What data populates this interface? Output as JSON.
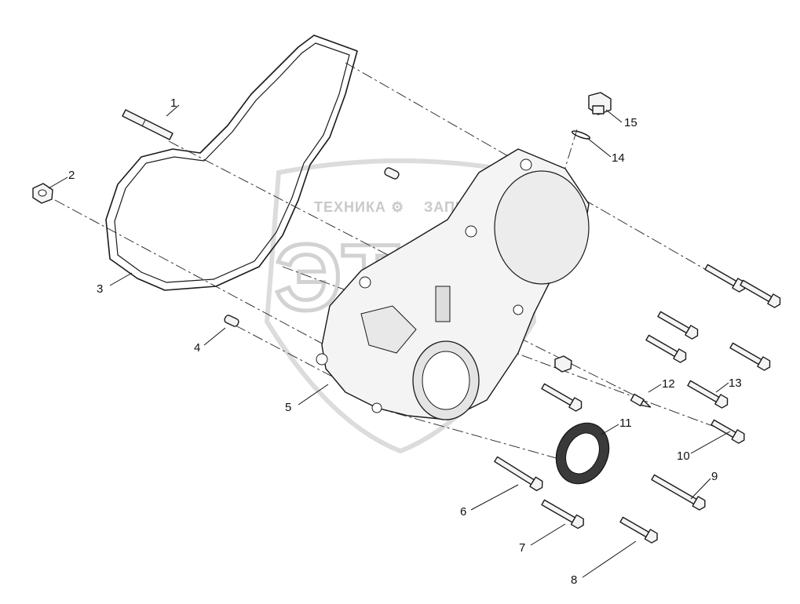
{
  "watermark": {
    "line1": "ТЕХНИКА",
    "line2": "ЗАПЧАСТИ",
    "logo": "ЭТС"
  },
  "callouts": [
    {
      "id": "c1",
      "label": "1"
    },
    {
      "id": "c2",
      "label": "2"
    },
    {
      "id": "c3",
      "label": "3"
    },
    {
      "id": "c4",
      "label": "4"
    },
    {
      "id": "c5",
      "label": "5"
    },
    {
      "id": "c6",
      "label": "6"
    },
    {
      "id": "c7",
      "label": "7"
    },
    {
      "id": "c8",
      "label": "8"
    },
    {
      "id": "c9",
      "label": "9"
    },
    {
      "id": "c10",
      "label": "10"
    },
    {
      "id": "c11",
      "label": "11"
    },
    {
      "id": "c12",
      "label": "12"
    },
    {
      "id": "c13",
      "label": "13"
    },
    {
      "id": "c14",
      "label": "14"
    },
    {
      "id": "c15",
      "label": "15"
    }
  ],
  "colors": {
    "line": "#1a1a1a",
    "watermark": "#cfcfcf",
    "background": "#ffffff"
  }
}
